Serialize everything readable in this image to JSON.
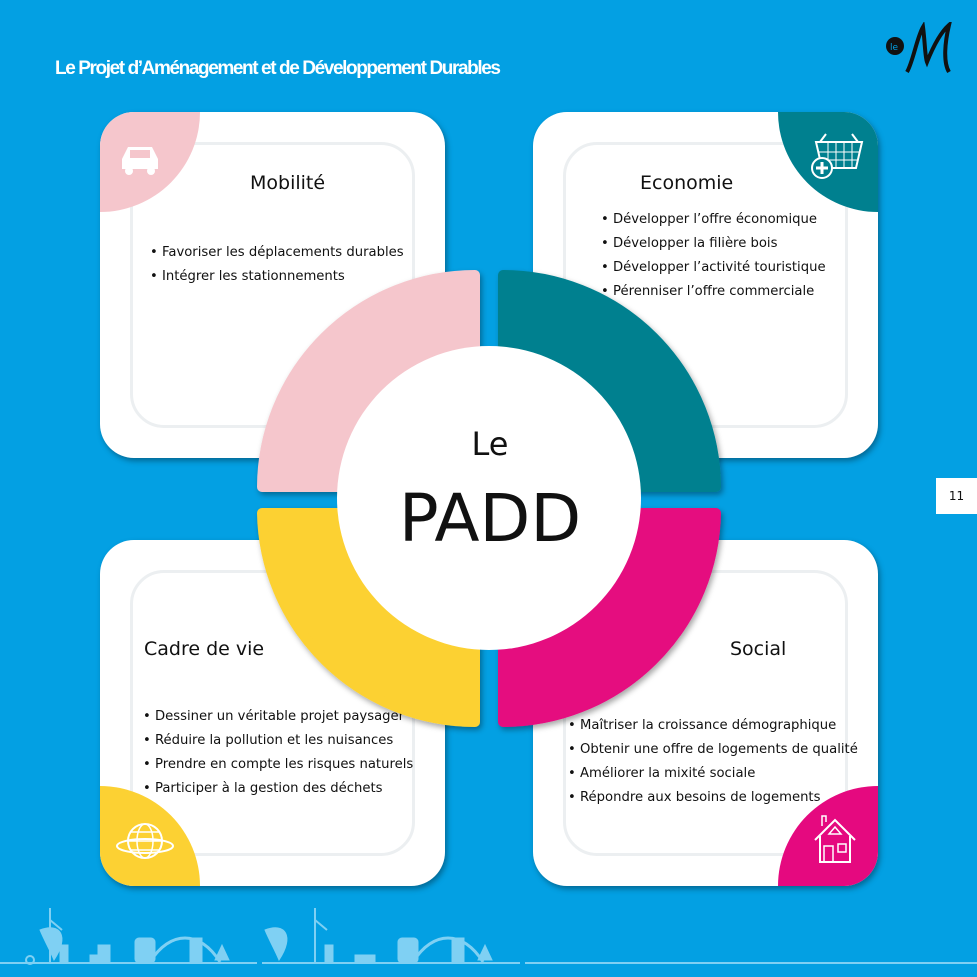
{
  "header": {
    "title": "Le Projet d’Aménagement et de Développement Durables",
    "logo_text": "le M"
  },
  "center": {
    "line1": "Le",
    "line2": "PADD"
  },
  "page_number": "11",
  "colors": {
    "background": "#03a0e3",
    "mobilite": "#f5c6cc",
    "economie": "#00808f",
    "cadre": "#fcd133",
    "social": "#e5097f"
  },
  "cards": {
    "mobilite": {
      "title": "Mobilité",
      "icon": "car-icon",
      "items": [
        "Favoriser les déplacements durables",
        "Intégrer les stationnements"
      ]
    },
    "economie": {
      "title": "Economie",
      "icon": "shopping-basket-icon",
      "items": [
        "Développer l’offre économique",
        "Développer la filière bois",
        "Développer l’activité touristique",
        "Pérenniser l’offre commerciale"
      ]
    },
    "cadre": {
      "title": "Cadre de vie",
      "icon": "globe-icon",
      "items": [
        "Dessiner un véritable projet paysager",
        "Réduire la pollution et les nuisances",
        "Prendre en compte les risques naturels",
        "Participer à la gestion des déchets"
      ]
    },
    "social": {
      "title": "Social",
      "icon": "house-icon",
      "items": [
        "Maîtriser la croissance démographique",
        "Obtenir une offre de logements de qualité",
        "Améliorer la mixité sociale",
        "Répondre aux besoins de logements"
      ]
    }
  }
}
